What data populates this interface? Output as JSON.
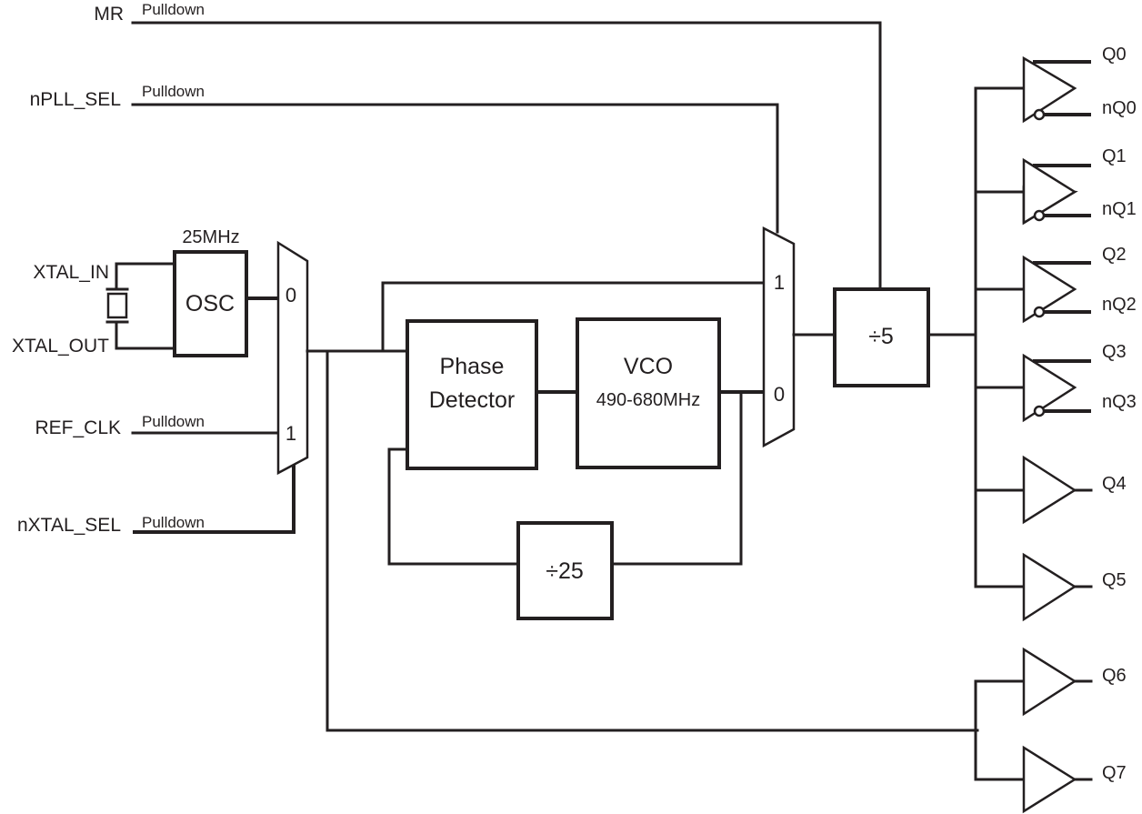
{
  "inputs": {
    "mr": "MR",
    "npll_sel": "nPLL_SEL",
    "xtal_in": "XTAL_IN",
    "xtal_out": "XTAL_OUT",
    "ref_clk": "REF_CLK",
    "nxtal_sel": "nXTAL_SEL",
    "pulldown": "Pulldown"
  },
  "blocks": {
    "osc_freq": "25MHz",
    "osc": "OSC",
    "phase_detector_line1": "Phase",
    "phase_detector_line2": "Detector",
    "vco": "VCO",
    "vco_range": "490-680MHz",
    "div25": "÷25",
    "div5": "÷5"
  },
  "mux": {
    "input0": "0",
    "input1": "1"
  },
  "outputs": {
    "q0": "Q0",
    "nq0": "nQ0",
    "q1": "Q1",
    "nq1": "nQ1",
    "q2": "Q2",
    "nq2": "nQ2",
    "q3": "Q3",
    "nq3": "nQ3",
    "q4": "Q4",
    "q5": "Q5",
    "q6": "Q6",
    "q7": "Q7"
  }
}
